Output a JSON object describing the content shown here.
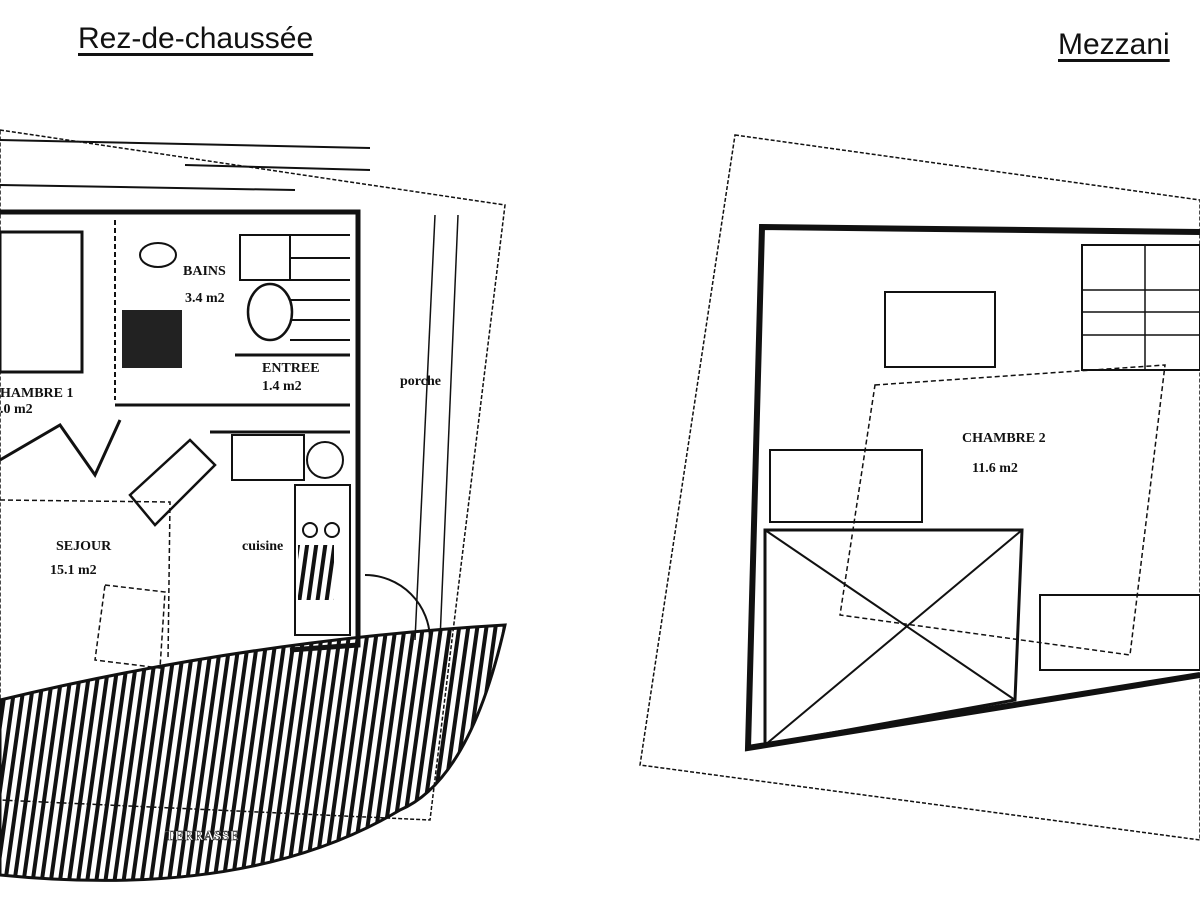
{
  "titles": {
    "ground_floor": "Rez-de-chaussée",
    "mezzanine": "Mezzani"
  },
  "ground_floor_rooms": {
    "chambre1": {
      "name": "HAMBRE 1",
      "area": ".0 m2"
    },
    "bains": {
      "name": "BAINS",
      "area": "3.4 m2"
    },
    "entree": {
      "name": "ENTREE",
      "area": "1.4 m2"
    },
    "sejour": {
      "name": "SEJOUR",
      "area": "15.1 m2"
    },
    "cuisine": {
      "name": "cuisine"
    },
    "porche": {
      "name": "porche"
    },
    "terrasse": {
      "name": "TERRASSE"
    }
  },
  "mezzanine_rooms": {
    "chambre2": {
      "name": "CHAMBRE 2",
      "area": "11.6 m2"
    }
  }
}
